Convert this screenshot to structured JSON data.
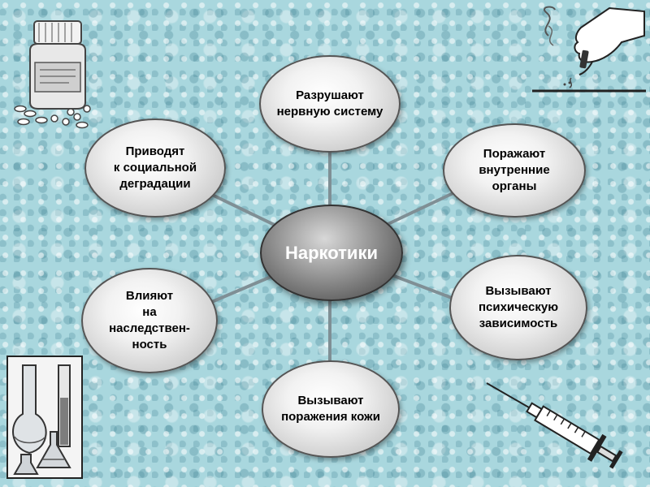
{
  "diagram": {
    "center": {
      "label": "Наркотики"
    },
    "nodes": [
      {
        "id": "top",
        "label": "Разрушают\nнервную систему"
      },
      {
        "id": "top-right",
        "label": "Поражают\nвнутренние\nорганы"
      },
      {
        "id": "bottom-right",
        "label": "Вызывают\nпсихическую\nзависимость"
      },
      {
        "id": "bottom",
        "label": "Вызывают\nпоражения кожи"
      },
      {
        "id": "bottom-left",
        "label": "Влияют\nна\nнаследствен-\nность"
      },
      {
        "id": "top-left",
        "label": "Приводят\nк социальной\nдеградации"
      }
    ]
  },
  "decorations": [
    {
      "name": "pill-bottle-icon"
    },
    {
      "name": "hand-with-cigarette-icon"
    },
    {
      "name": "lab-flasks-icon"
    },
    {
      "name": "syringe-icon"
    }
  ],
  "colors": {
    "background": "#a9d7de",
    "connector": "#7f8f95",
    "center_fill": "#6e6e6e",
    "node_fill": "#e6e6e6"
  }
}
